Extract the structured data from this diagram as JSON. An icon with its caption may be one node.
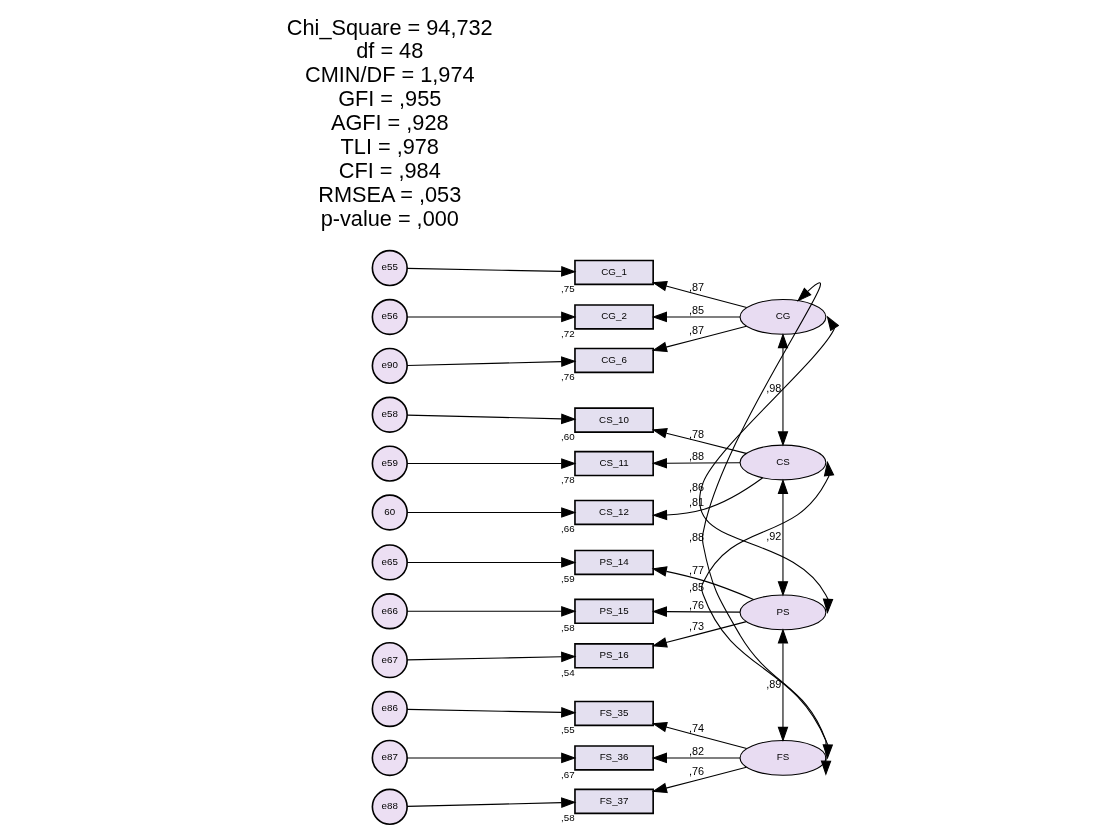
{
  "diagram": {
    "nodes": [
      {
        "text": [
          "e55"
        ]
      },
      {
        "text": [
          "CG_1"
        ],
        "beside": [
          ",75"
        ]
      },
      {
        "text": [
          "e56"
        ]
      },
      {
        "text": [
          "CG_2"
        ],
        "beside": [
          ",72"
        ]
      },
      {
        "text": [
          "e90"
        ]
      },
      {
        "text": [
          "CG_6"
        ],
        "beside": [
          ",76"
        ]
      },
      {
        "text": [
          "CG"
        ]
      },
      {
        "text": [
          "e58"
        ]
      },
      {
        "text": [
          "CS_10"
        ],
        "beside": [
          ",60"
        ]
      },
      {
        "text": [
          "e59"
        ]
      },
      {
        "text": [
          "CS_11"
        ],
        "beside": [
          ",78"
        ]
      },
      {
        "text": [
          "60"
        ]
      },
      {
        "text": [
          "CS_12"
        ],
        "beside": [
          ",66"
        ]
      },
      {
        "text": [
          "CS"
        ]
      },
      {
        "text": [
          "e65"
        ]
      },
      {
        "text": [
          "PS_14"
        ],
        "beside": [
          ",59"
        ]
      },
      {
        "text": [
          "e66"
        ]
      },
      {
        "text": [
          "PS_15"
        ],
        "beside": [
          ",58"
        ]
      },
      {
        "text": [
          "e67"
        ]
      },
      {
        "text": [
          "PS_16"
        ],
        "beside": [
          ",54"
        ]
      },
      {
        "text": [
          "PS"
        ]
      },
      {
        "text": [
          "e86"
        ]
      },
      {
        "text": [
          "FS_35"
        ],
        "beside": [
          ",55"
        ]
      },
      {
        "text": [
          "e87"
        ]
      },
      {
        "text": [
          "FS_36"
        ],
        "beside": [
          ",67"
        ]
      },
      {
        "text": [
          "e88"
        ]
      },
      {
        "text": [
          "FS_37"
        ],
        "beside": [
          ",58"
        ]
      },
      {
        "text": [
          "FS"
        ]
      }
    ],
    "edges": [
      {
        "from": 0,
        "to": 1,
        "arrow": "to"
      },
      {
        "from": 2,
        "to": 3,
        "arrow": "to"
      },
      {
        "from": 4,
        "to": 5,
        "arrow": "to"
      },
      {
        "from": 6,
        "to": 1,
        "arrow": "to",
        "label": ",87"
      },
      {
        "from": 6,
        "to": 3,
        "arrow": "to",
        "label": ",85"
      },
      {
        "from": 6,
        "to": 5,
        "arrow": "to",
        "label": ",87"
      },
      {
        "from": 7,
        "to": 8,
        "arrow": "to"
      },
      {
        "from": 9,
        "to": 10,
        "arrow": "to"
      },
      {
        "from": 11,
        "to": 12,
        "arrow": "to"
      },
      {
        "from": 13,
        "to": 8,
        "arrow": "to",
        "label": ",78"
      },
      {
        "from": 13,
        "to": 10,
        "arrow": "to",
        "label": ",88"
      },
      {
        "from": 13,
        "to": 12,
        "arrow": "to",
        "label": ",81"
      },
      {
        "from": 14,
        "to": 15,
        "arrow": "to"
      },
      {
        "from": 16,
        "to": 17,
        "arrow": "to"
      },
      {
        "from": 18,
        "to": 19,
        "arrow": "to"
      },
      {
        "from": 20,
        "to": 15,
        "arrow": "to",
        "label": ",77"
      },
      {
        "from": 20,
        "to": 17,
        "arrow": "to",
        "label": ",76"
      },
      {
        "from": 20,
        "to": 19,
        "arrow": "to",
        "label": ",73"
      },
      {
        "from": 21,
        "to": 22,
        "arrow": "to"
      },
      {
        "from": 23,
        "to": 24,
        "arrow": "to"
      },
      {
        "from": 25,
        "to": 26,
        "arrow": "to"
      },
      {
        "from": 27,
        "to": 22,
        "arrow": "to",
        "label": ",74"
      },
      {
        "from": 27,
        "to": 24,
        "arrow": "to",
        "label": ",82"
      },
      {
        "from": 27,
        "to": 26,
        "arrow": "to",
        "label": ",76"
      },
      {
        "from": 6,
        "to": 13,
        "arrow": "both",
        "label": ",98"
      },
      {
        "from": 6,
        "to": 20,
        "arrow": "both",
        "label": ",86"
      },
      {
        "from": 6,
        "to": 27,
        "arrow": "both",
        "label": ",88"
      },
      {
        "from": 13,
        "to": 20,
        "arrow": "both",
        "label": ",92"
      },
      {
        "from": 13,
        "to": 27,
        "arrow": "both",
        "label": ",85"
      },
      {
        "from": 20,
        "to": 27,
        "arrow": "both",
        "label": ",89"
      }
    ],
    "labels": [
      "Chi_Square = 94,732",
      "df = 48",
      "CMIN/DF = 1,974",
      "GFI = ,955",
      "AGFI = ,928",
      "TLI = ,978",
      "CFI = ,984",
      "RMSEA = ,053",
      "p-value = ,000"
    ]
  }
}
